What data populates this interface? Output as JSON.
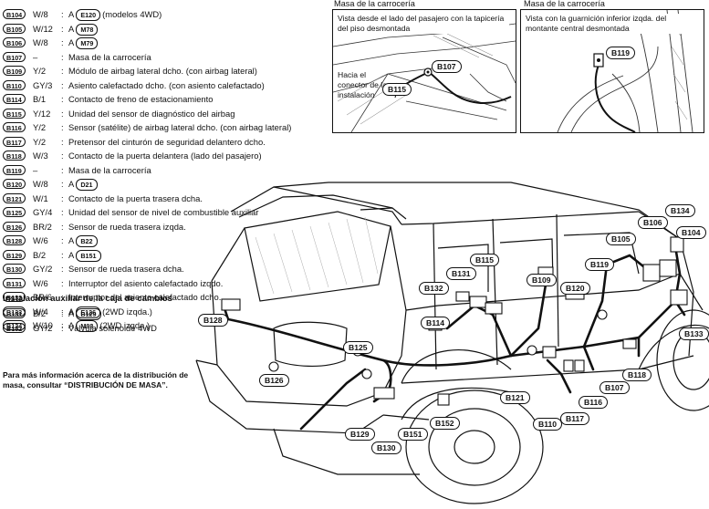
{
  "legend": [
    {
      "code": "B104",
      "color": "W/8",
      "desc": "A",
      "ref": "E120",
      "extra": "(modelos 4WD)"
    },
    {
      "code": "B105",
      "color": "W/12",
      "desc": "A",
      "ref": "M78",
      "extra": ""
    },
    {
      "code": "B106",
      "color": "W/8",
      "desc": "A",
      "ref": "M79",
      "extra": ""
    },
    {
      "code": "B107",
      "color": "–",
      "desc": "Masa de la carrocería",
      "ref": "",
      "extra": ""
    },
    {
      "code": "B109",
      "color": "Y/2",
      "desc": "Módulo de airbag lateral dcho. (con airbag lateral)",
      "ref": "",
      "extra": ""
    },
    {
      "code": "B110",
      "color": "GY/3",
      "desc": "Asiento calefactado dcho. (con asiento calefactado)",
      "ref": "",
      "extra": ""
    },
    {
      "code": "B114",
      "color": "B/1",
      "desc": "Contacto de freno de estacionamiento",
      "ref": "",
      "extra": ""
    },
    {
      "code": "B115",
      "color": "Y/12",
      "desc": "Unidad del sensor de diagnóstico del airbag",
      "ref": "",
      "extra": ""
    },
    {
      "code": "B116",
      "color": "Y/2",
      "desc": "Sensor (satélite) de airbag lateral dcho. (con airbag lateral)",
      "ref": "",
      "extra": ""
    },
    {
      "code": "B117",
      "color": "Y/2",
      "desc": "Pretensor del cinturón de seguridad delantero dcho.",
      "ref": "",
      "extra": ""
    },
    {
      "code": "B118",
      "color": "W/3",
      "desc": "Contacto de la puerta delantera (lado del pasajero)",
      "ref": "",
      "extra": ""
    },
    {
      "code": "B119",
      "color": "–",
      "desc": "Masa de la carrocería",
      "ref": "",
      "extra": ""
    },
    {
      "code": "B120",
      "color": "W/8",
      "desc": "A",
      "ref": "D21",
      "extra": ""
    },
    {
      "code": "B121",
      "color": "W/1",
      "desc": "Contacto de la puerta trasera dcha.",
      "ref": "",
      "extra": ""
    },
    {
      "code": "B125",
      "color": "GY/4",
      "desc": "Unidad del sensor de nivel de combustible auxiliar",
      "ref": "",
      "extra": ""
    },
    {
      "code": "B126",
      "color": "BR/2",
      "desc": "Sensor de rueda trasera izqda.",
      "ref": "",
      "extra": ""
    },
    {
      "code": "B128",
      "color": "W/6",
      "desc": "A",
      "ref": "B22",
      "extra": ""
    },
    {
      "code": "B129",
      "color": "B/2",
      "desc": "A",
      "ref": "B151",
      "extra": ""
    },
    {
      "code": "B130",
      "color": "GY/2",
      "desc": "Sensor de rueda trasera dcha.",
      "ref": "",
      "extra": ""
    },
    {
      "code": "B131",
      "color": "W/6",
      "desc": "Interruptor del asiento calefactado izqdo.",
      "ref": "",
      "extra": ""
    },
    {
      "code": "B132",
      "color": "BR/6",
      "desc": "Interruptor del asiento calefactado dcho.",
      "ref": "",
      "extra": ""
    },
    {
      "code": "B133",
      "color": "W/4",
      "desc": "A",
      "ref": "E126",
      "extra": "(2WD izqda.)"
    },
    {
      "code": "B134",
      "color": "W/10",
      "desc": "A",
      "ref": "M93",
      "extra": "(2WD izqda.)"
    }
  ],
  "aux_title": "Instalación auxiliar de la caja de cambios",
  "aux": [
    {
      "code": "B151",
      "color": "B/2",
      "desc": "A",
      "ref": "B129",
      "extra": ""
    },
    {
      "code": "B152",
      "color": "GY/2",
      "desc": "Válvula solenoide 4WD",
      "ref": "",
      "extra": ""
    }
  ],
  "note": "Para más información acerca de la distribución de masa, consultar “DISTRIBUCIÓN DE MASA”.",
  "inset1": {
    "title": "Masa de la carrocería",
    "caption": "Vista desde el lado del pasajero con la tapicería del piso desmontada",
    "connector_caption": "Hacia el conector de la instalación",
    "label_b107": "B107",
    "label_b115": "B115"
  },
  "inset2": {
    "title": "Masa de la carrocería",
    "caption": "Vista con la guarnición inferior izqda. del montante central desmontada",
    "label_b119": "B119"
  },
  "callouts": {
    "B134": "B134",
    "B106": "B106",
    "B104": "B104",
    "B105": "B105",
    "B115": "B115",
    "B131": "B131",
    "B119": "B119",
    "B109": "B109",
    "B132": "B132",
    "B120": "B120",
    "B114": "B114",
    "B128": "B128",
    "B133": "B133",
    "B125": "B125",
    "B118": "B118",
    "B126": "B126",
    "B107": "B107",
    "B121": "B121",
    "B116": "B116",
    "B110": "B110",
    "B117": "B117",
    "B152": "B152",
    "B129": "B129",
    "B151": "B151",
    "B130": "B130"
  }
}
